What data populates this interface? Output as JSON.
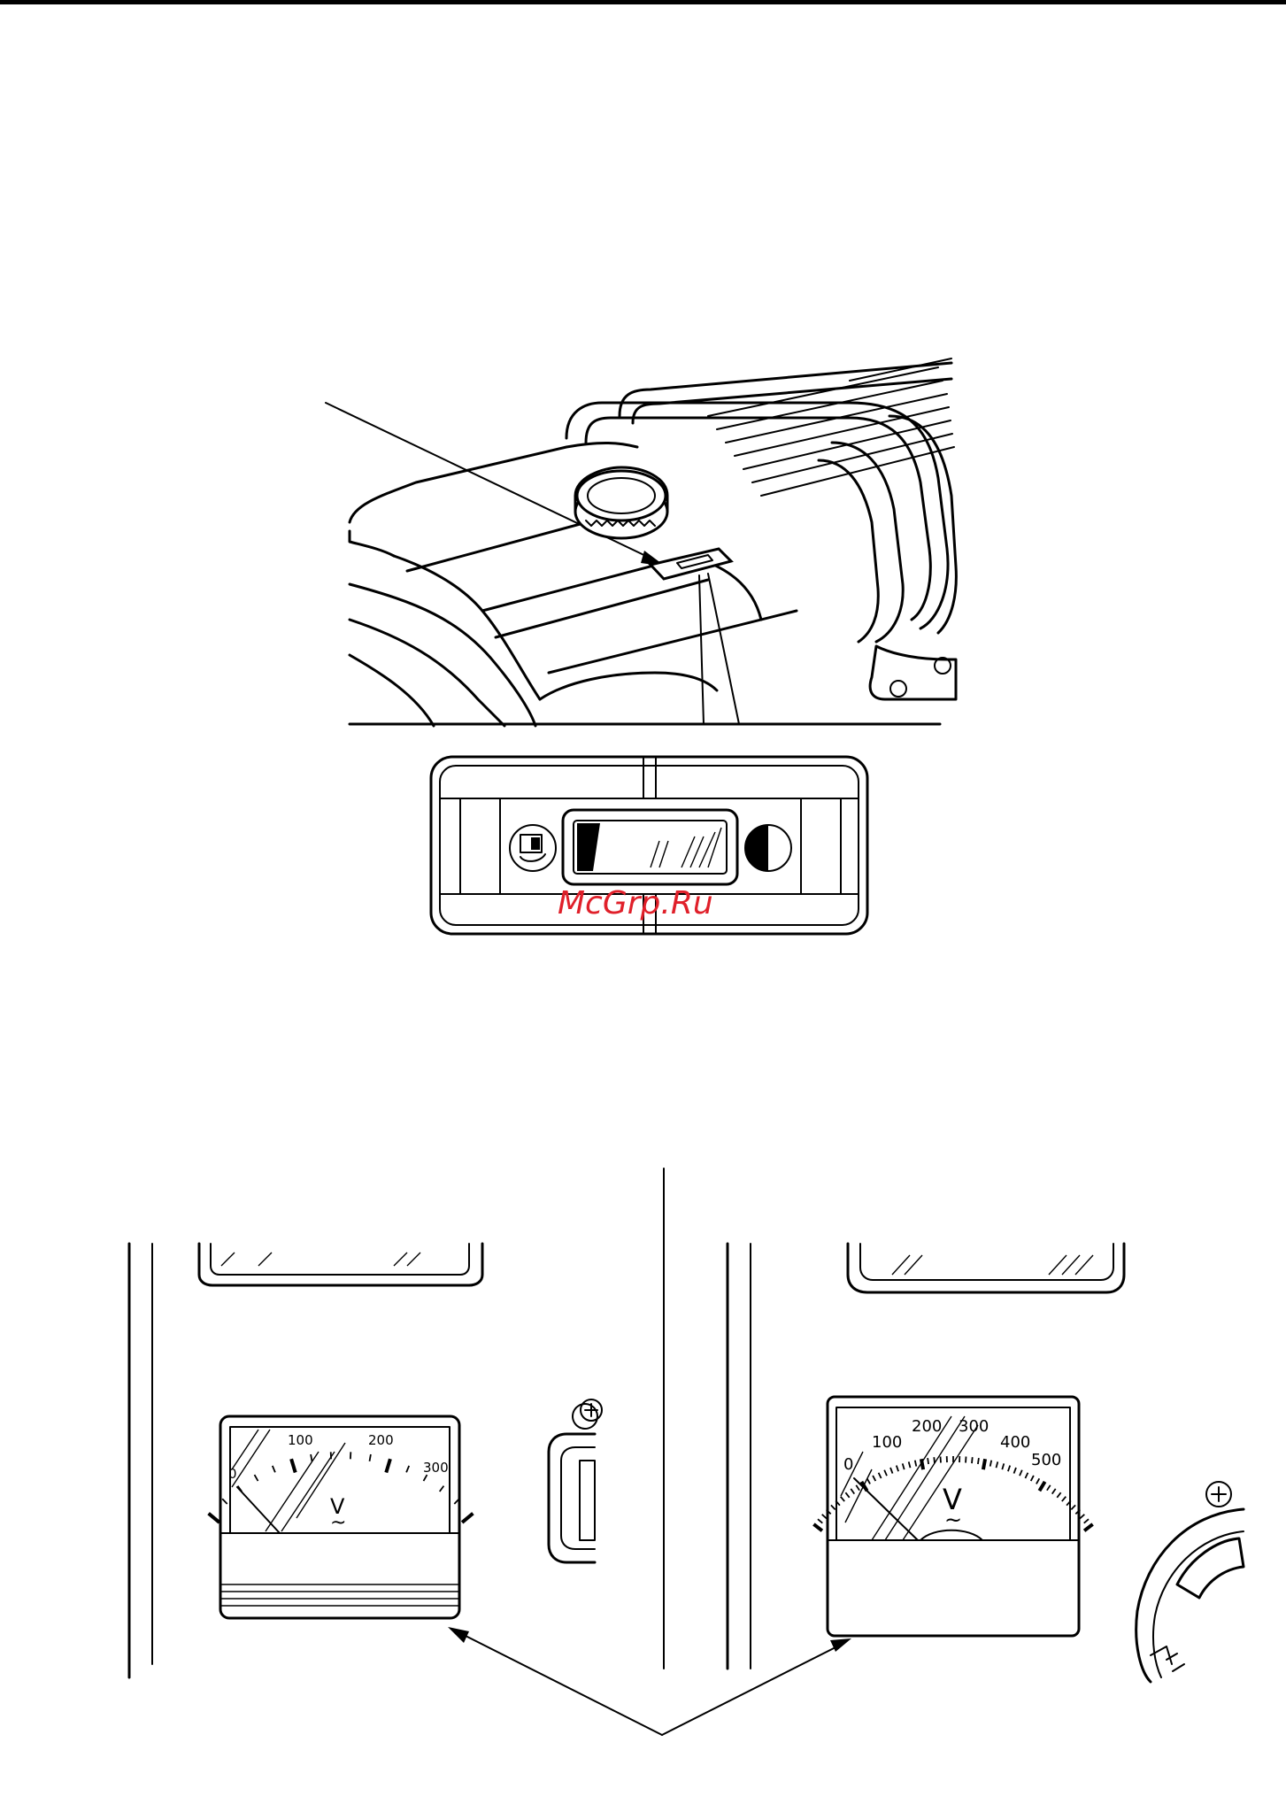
{
  "figure": {
    "watermark": "McGrp.Ru",
    "meter_left": {
      "ticks": [
        "0",
        "100",
        "200",
        "300"
      ],
      "unit": "V",
      "unit_symbol": "~"
    },
    "meter_right": {
      "ticks": [
        "0",
        "100",
        "200",
        "300",
        "400",
        "500"
      ],
      "unit": "V",
      "unit_symbol": "~"
    }
  }
}
